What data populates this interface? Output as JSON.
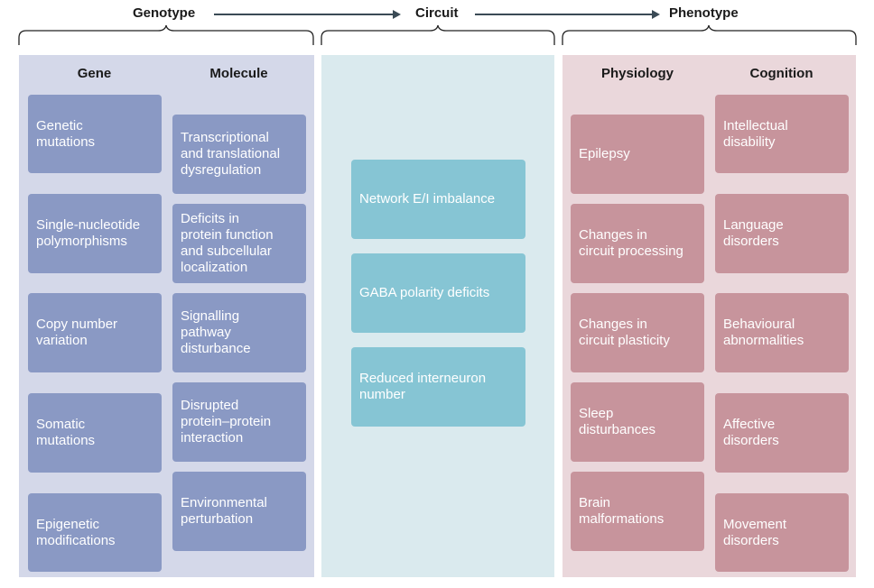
{
  "headers": {
    "genotype": "Genotype",
    "circuit": "Circuit",
    "phenotype": "Phenotype"
  },
  "columns": {
    "gene": "Gene",
    "molecule": "Molecule",
    "physiology": "Physiology",
    "cognition": "Cognition"
  },
  "gene": [
    "Genetic\nmutations",
    "Single-nucleotide\npolymorphisms",
    "Copy number\nvariation",
    "Somatic\nmutations",
    "Epigenetic\nmodifications"
  ],
  "molecule": [
    "Transcriptional\nand translational\ndysregulation",
    "Deficits in\nprotein function\nand subcellular\nlocalization",
    "Signalling\npathway\ndisturbance",
    "Disrupted\nprotein–protein\ninteraction",
    "Environmental\nperturbation"
  ],
  "circuit": [
    "Network E/I imbalance",
    "GABA polarity deficits",
    "Reduced interneuron\nnumber"
  ],
  "physiology": [
    "Epilepsy",
    "Changes in\ncircuit processing",
    "Changes in\ncircuit plasticity",
    "Sleep\ndisturbances",
    "Brain\nmalformations"
  ],
  "cognition": [
    "Intellectual\ndisability",
    "Language\ndisorders",
    "Behavioural\nabnormalities",
    "Affective\ndisorders",
    "Movement\ndisorders"
  ],
  "colors": {
    "genotype_panel": "#d4d8e9",
    "circuit_panel": "#daeaee",
    "phenotype_panel": "#ead7db",
    "gene_box": "#8a99c4",
    "circuit_box": "#86c5d4",
    "phenotype_box": "#c7949c",
    "arrow": "#3a4a55"
  }
}
